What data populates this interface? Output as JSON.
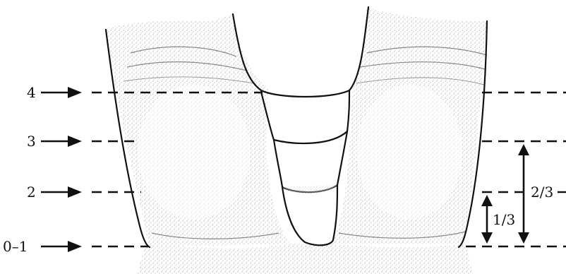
{
  "levels": [
    {
      "id": "4",
      "label": "4"
    },
    {
      "id": "3",
      "label": "3"
    },
    {
      "id": "2",
      "label": "2"
    },
    {
      "id": "0-1",
      "label": "0–1"
    }
  ],
  "measures": {
    "one_third": "1/3",
    "two_thirds": "2/3"
  },
  "colors": {
    "ink": "#111111",
    "paper": "#ffffff",
    "stipple": "#555555"
  }
}
